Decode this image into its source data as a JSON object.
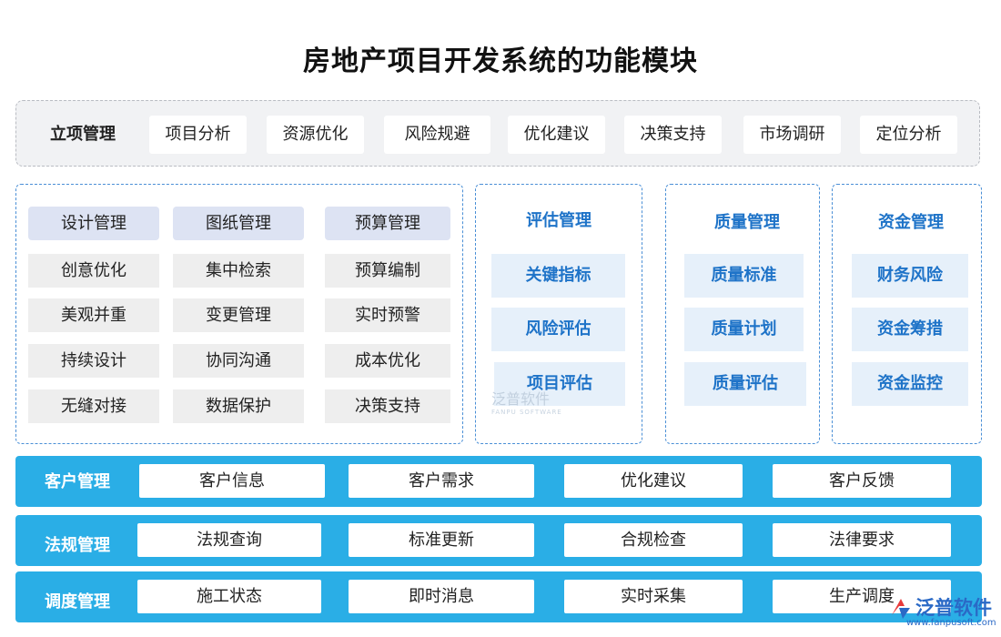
{
  "title": "房地产项目开发系统的功能模块",
  "top": {
    "label": "立项管理",
    "items": [
      "项目分析",
      "资源优化",
      "风险规避",
      "优化建议",
      "决策支持",
      "市场调研",
      "定位分析"
    ]
  },
  "design_block": {
    "headers": [
      "设计管理",
      "图纸管理",
      "预算管理"
    ],
    "col1": [
      "创意优化",
      "美观并重",
      "持续设计",
      "无缝对接"
    ],
    "col2": [
      "集中检索",
      "变更管理",
      "协同沟通",
      "数据保护"
    ],
    "col3": [
      "预算编制",
      "实时预警",
      "成本优化",
      "决策支持"
    ]
  },
  "evaluation": {
    "title": "评估管理",
    "items": [
      "关键指标",
      "风险评估",
      "项目评估"
    ]
  },
  "quality": {
    "title": "质量管理",
    "items": [
      "质量标准",
      "质量计划",
      "质量评估"
    ]
  },
  "funds": {
    "title": "资金管理",
    "items": [
      "财务风险",
      "资金筹措",
      "资金监控"
    ]
  },
  "bars": [
    {
      "label": "客户管理",
      "items": [
        "客户信息",
        "客户需求",
        "优化建议",
        "客户反馈"
      ]
    },
    {
      "label": "法规管理",
      "items": [
        "法规查询",
        "标准更新",
        "合规检查",
        "法律要求"
      ]
    },
    {
      "label": "调度管理",
      "items": [
        "施工状态",
        "即时消息",
        "实时采集",
        "生产调度"
      ]
    }
  ],
  "watermark": {
    "name": "泛普软件",
    "sub": "FANPU SOFTWARE"
  },
  "logo": {
    "name": "泛普软件",
    "url": "www.fanpusoft.com"
  },
  "colors": {
    "bar": "#2aaee6",
    "accent_blue": "#1e73c8",
    "header_bg": "#dde3f3"
  }
}
